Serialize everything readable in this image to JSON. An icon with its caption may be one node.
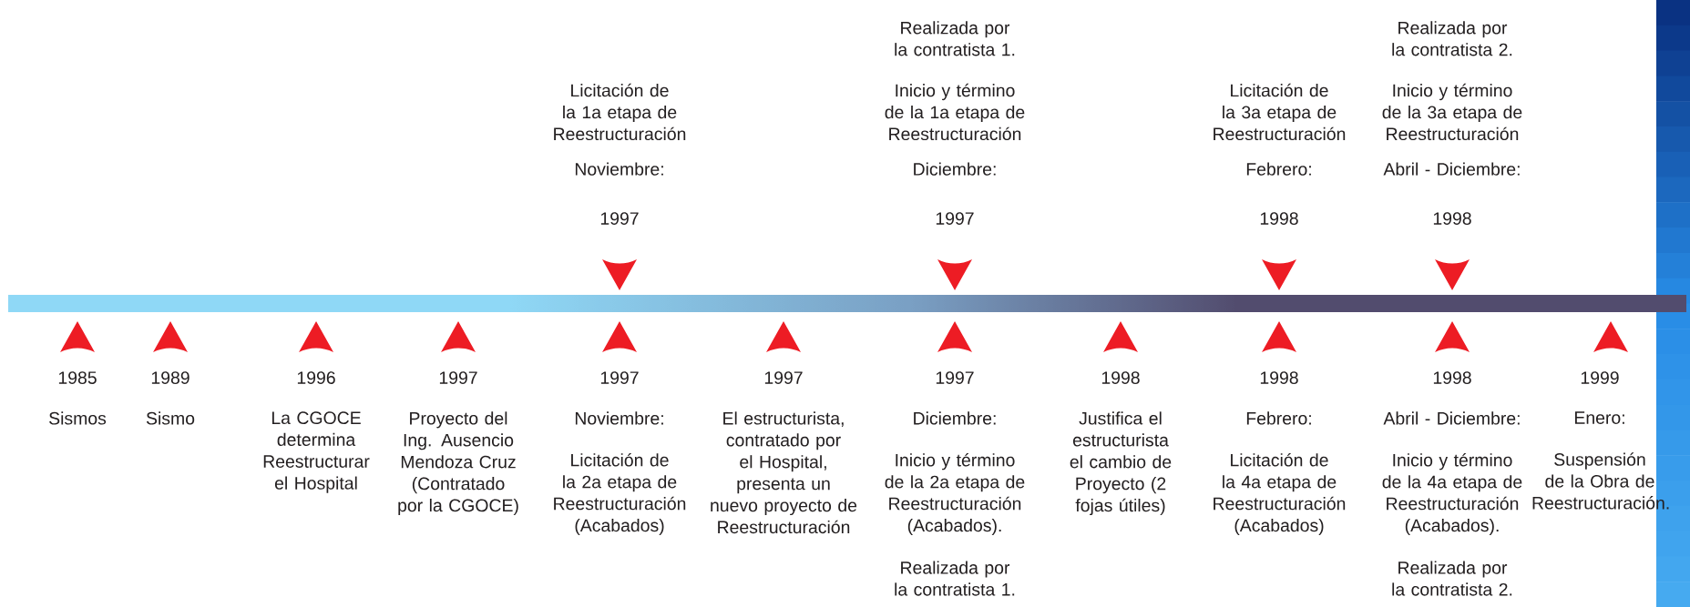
{
  "diagram": {
    "labels": [
      "Licitación de la 1a etapa de Reestructuración",
      "Noviembre:",
      "1997",
      "Realizada por la contratista 1.",
      "Inicio y término de la 1a etapa de Reestructuración",
      "Diciembre:",
      "1997",
      "Licitación de la 3a etapa de Reestructuración",
      "Febrero:",
      "1998",
      "Realizada por la contratista 2.",
      "Inicio y término de la 3a etapa de Reestructuración",
      "Abril - Diciembre:",
      "1998",
      "1985",
      "Sismos",
      "1989",
      "Sismo",
      "1996",
      "La CGOCE determina Reestructurar el Hospital",
      "1997",
      "Proyecto del Ing. Ausencio Mendoza Cruz (Contratado por la CGOCE)",
      "1997",
      "Noviembre:",
      "Licitación de la 2a etapa de Reestructuración (Acabados)",
      "1997",
      "El estructurista, contratado por el Hospital, presenta un nuevo proyecto de Reestructuración",
      "1997",
      "Diciembre:",
      "Inicio y término de la 2a etapa de Reestructuración (Acabados).",
      "Realizada por la contratista 1.",
      "1998",
      "Justifica el estructurista el cambio de Proyecto (2 fojas útiles)",
      "1998",
      "Febrero:",
      "Licitación de la 4a etapa de Reestructuración (Acabados)",
      "1998",
      "Abril - Diciembre:",
      "Inicio y término de la 4a etapa de Reestructuración (Acabados).",
      "Realizada por la contratista 2.",
      "1999",
      "Enero:",
      "Suspensión de la Obra de Reestructuración."
    ]
  }
}
